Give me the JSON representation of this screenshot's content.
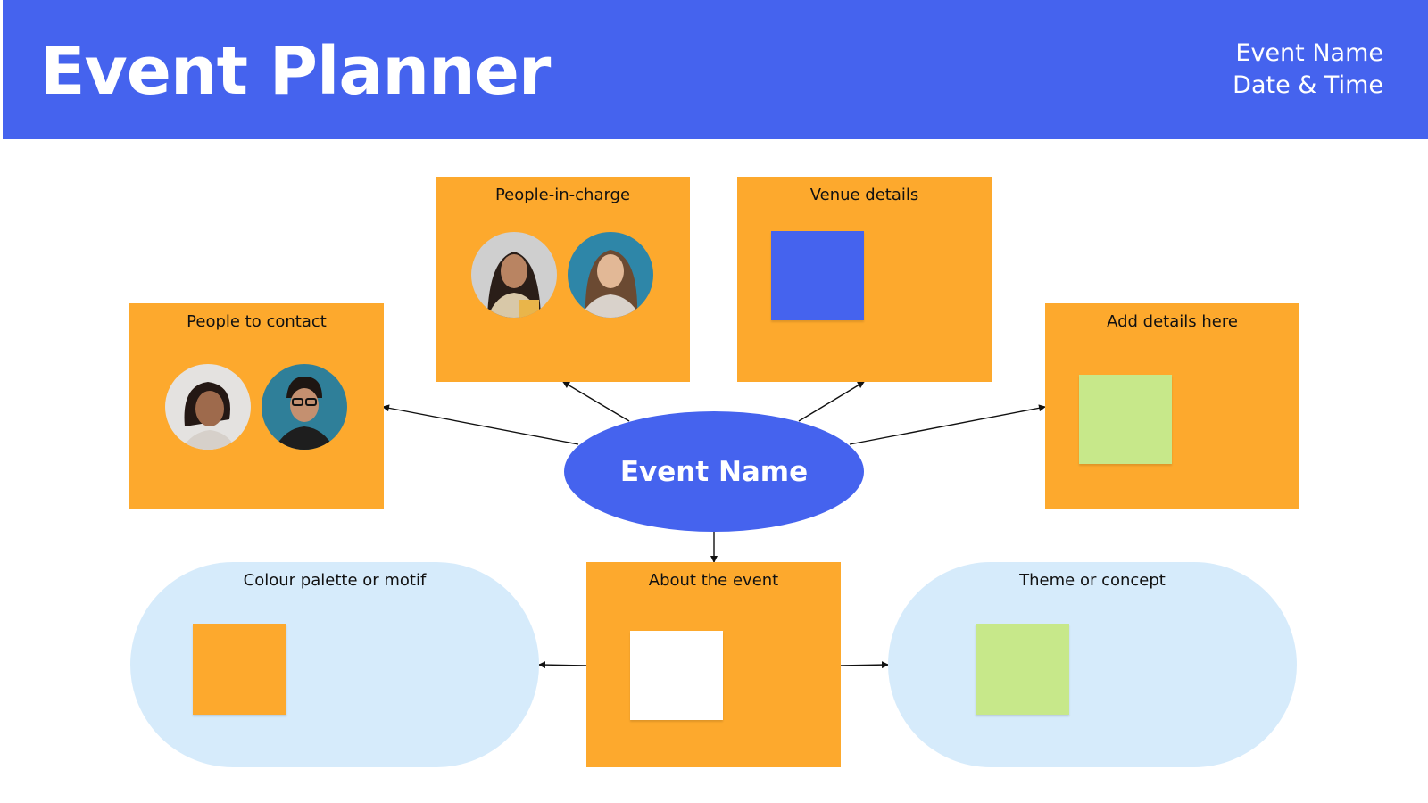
{
  "header": {
    "title": "Event Planner",
    "event_name": "Event Name",
    "date_time": "Date & Time"
  },
  "center": {
    "label": "Event Name"
  },
  "boxes": {
    "people_in_charge": "People-in-charge",
    "venue_details": "Venue details",
    "people_to_contact": "People to contact",
    "add_details": "Add details here",
    "about_event": "About the event",
    "colour_palette": "Colour palette or motif",
    "theme_concept": "Theme or concept"
  },
  "colors": {
    "header_blue": "#4563EE",
    "box_orange": "#FDA92D",
    "pill_blue": "#D6EBFB",
    "note_green": "#C7E88A",
    "note_blue": "#4563EE",
    "note_white": "#FFFFFF"
  }
}
